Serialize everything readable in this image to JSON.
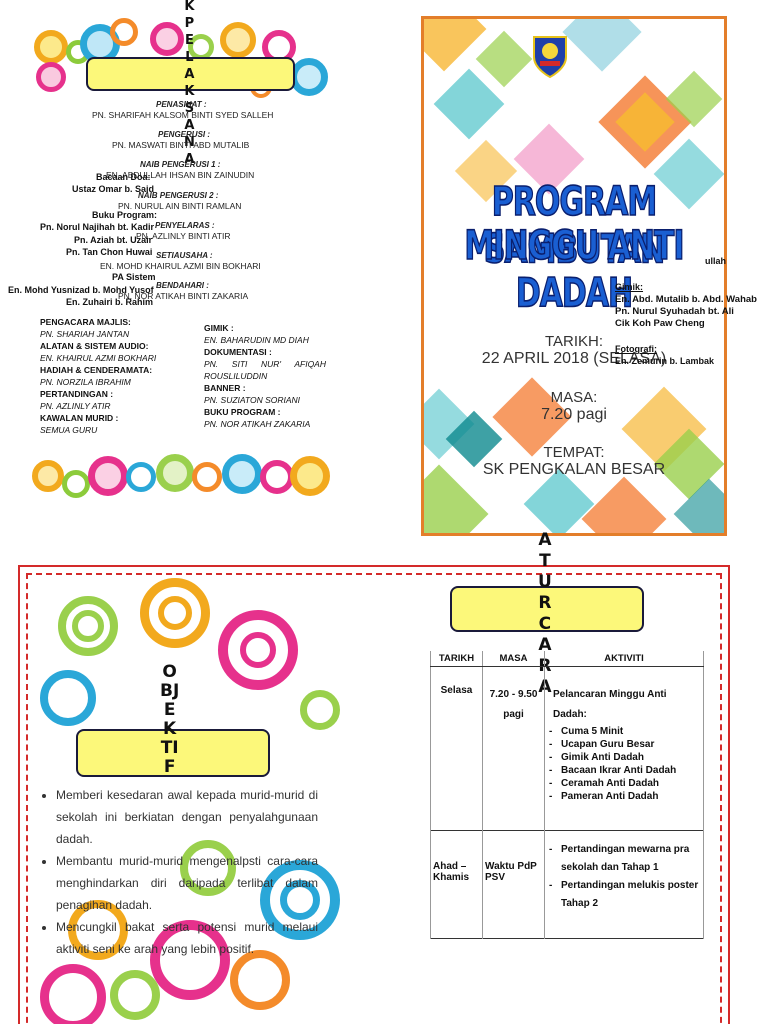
{
  "committee": {
    "heading_letters": [
      "K",
      "P",
      "E",
      "L",
      "A",
      "K",
      "S",
      "A",
      "N",
      "A"
    ],
    "entries": [
      {
        "title": "PENASIHAT :",
        "name": "PN. SHARIFAH KALSOM BINTI SYED SALLEH"
      },
      {
        "title": "PENGERUSI :",
        "name": "PN. MASWATI BINTI ABD MUTALIB"
      },
      {
        "title": "NAIB PENGERUSI 1 :",
        "name": "EN. ABDULLAH IHSAN BIN ZAINUDIN"
      },
      {
        "title": "NAIB PENGERUSI 2 :",
        "name": "PN. NURUL AIN BINTI RAMLAN"
      },
      {
        "title": "PENYELARAS :",
        "name": "PN. AZLINLY BINTI ATIR"
      },
      {
        "title": "SETIAUSAHA :",
        "name": "EN. MOHD KHAIRUL AZMI BIN BOKHARI"
      },
      {
        "title": "BENDAHARI :",
        "name": "PN. NOR ATIKAH BINTI ZAKARIA"
      }
    ],
    "overlay": [
      "Bacaan Doa:",
      "Ustaz Omar b. Said",
      "Buku Program:",
      "Pn. Norul Najihah bt. Kadir",
      "Pn. Aziah bt. Uzair",
      "Pn. Tan Chon Huwai",
      "PA Sistem",
      "En. Mohd Yusnizad b. Mohd Yusof",
      "En. Zuhairi b. Rahim"
    ],
    "roles_left": [
      {
        "role": "PENGACARA MAJLIS:",
        "name": "PN. SHARIAH JANTAN"
      },
      {
        "role": "ALATAN & SISTEM AUDIO:",
        "name": "EN. KHAIRUL AZMI BOKHARI"
      },
      {
        "role": "HADIAH & CENDERAMATA:",
        "name": "PN. NORZILA IBRAHIM"
      },
      {
        "role": "PERTANDINGAN :",
        "name": "PN. AZLINLY ATIR"
      },
      {
        "role": "KAWALAN MURID :",
        "name": "SEMUA GURU"
      }
    ],
    "roles_right": [
      {
        "role": "GIMIK :",
        "name": "EN. BAHARUDIN MD DIAH"
      },
      {
        "role": "DOKUMENTASI :",
        "name": "PN.   SITI   NUR'   AFIQAH ROUSLILUDDIN"
      },
      {
        "role": "BANNER :",
        "name": "PN. SUZIATON SORIANI"
      },
      {
        "role": "BUKU PROGRAM :",
        "name": "PN. NOR ATIKAH ZAKARIA"
      }
    ]
  },
  "cover": {
    "title_line1": "PROGRAM SAMBUTAN",
    "title_line2": "MINGGU ANTI DADAH",
    "tarikh_label": "TARIKH:",
    "tarikh_value": "22 APRIL 2018 (SELASA)",
    "masa_label": "MASA:",
    "masa_value": "7.20 pagi",
    "tempat_label": "TEMPAT:",
    "tempat_value": "SK PENGKALAN BESAR",
    "overlay": {
      "ullah": "ullah",
      "gimik_label": "Gimik:",
      "gimik_1": "En. Abd. Mutalib b. Abd. Wahab",
      "gimik_2": "Pn. Nurul Syuhadah bt. Ali",
      "gimik_3": "Cik Koh Paw Cheng",
      "foto_label": "Fotografi:",
      "foto_1": "En. Zemurin b. Lambak"
    }
  },
  "aturcara": {
    "heading_letters": [
      "A",
      "T",
      "U",
      "R",
      "C",
      "A",
      "R",
      "A"
    ],
    "headers": [
      "TARIKH",
      "MASA",
      "AKTIVITI"
    ],
    "rows": [
      {
        "tarikh": "Selasa",
        "masa": "7.20 - 9.50 pagi",
        "intro": "Pelancaran Minggu Anti Dadah:",
        "items": [
          "Cuma 5 Minit",
          "Ucapan Guru Besar",
          "Gimik Anti Dadah",
          "Bacaan Ikrar Anti Dadah",
          "Ceramah Anti Dadah",
          "Pameran Anti Dadah"
        ]
      },
      {
        "tarikh": "Ahad – Khamis",
        "masa": "Waktu PdP PSV",
        "intro": "",
        "items": [
          "Pertandingan mewarna pra sekolah dan Tahap 1",
          "Pertandingan melukis poster Tahap 2"
        ]
      }
    ]
  },
  "objektif": {
    "heading_letters": [
      "O",
      "BJ",
      "E",
      "K",
      "TI",
      "F"
    ],
    "items": [
      "Memberi kesedaran awal kepada murid-murid di sekolah ini berkiatan dengan penyalahgunaan dadah.",
      "Membantu murid-murid mengenalpsti cara-cara menghindarkan diri daripada terlibat dalam penagihan dadah.",
      "Mencungkil bakat serta potensi murid melaui aktiviti seni ke arah yang lebih positif."
    ]
  },
  "colors": {
    "accent_red": "#d42a2a",
    "cover_border": "#e37e2a",
    "title_blue": "#1a5fd2",
    "box_yellow": "#fcf87a"
  }
}
